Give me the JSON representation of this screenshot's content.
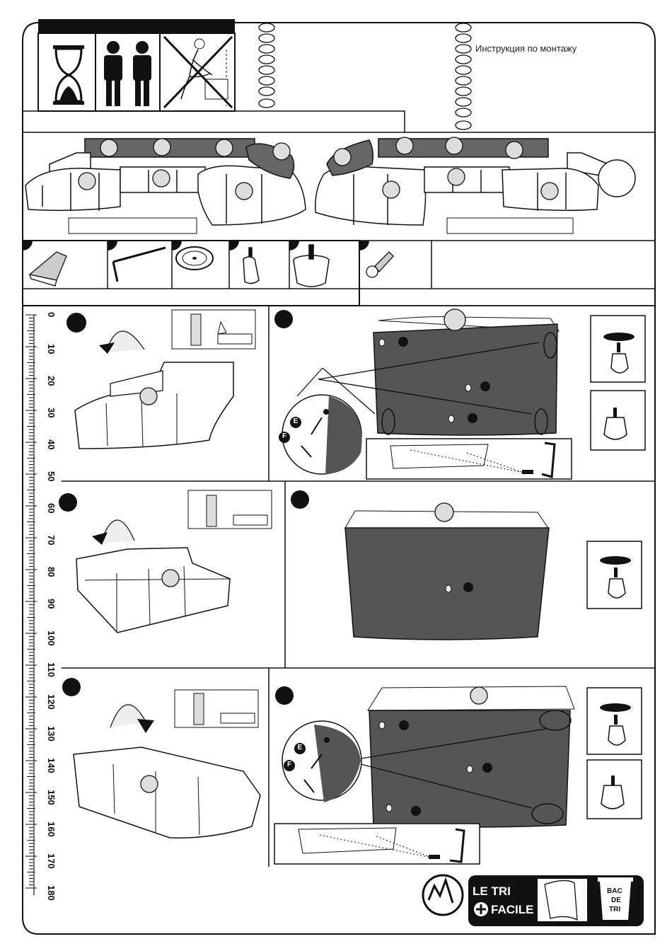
{
  "header": {
    "assembly_label": "Инструкция по монтажу"
  },
  "ruler": {
    "marks": [
      "0",
      "10",
      "20",
      "30",
      "40",
      "50",
      "60",
      "70",
      "80",
      "90",
      "100",
      "110",
      "120",
      "130",
      "140",
      "150",
      "160",
      "170",
      "180"
    ]
  },
  "parts_callouts": {
    "part_E": "E",
    "part_F": "F"
  },
  "recycle_badge": {
    "line1": "LE TRI",
    "line2": "FACILE",
    "bin1": "BAC",
    "bin2": "DE",
    "bin3": "TRI"
  },
  "colors": {
    "line": "#111111",
    "dark_panel": "#555555",
    "cushion_dark": "#606060",
    "circle_fill": "#dddddd",
    "badge_black": "#111111"
  }
}
